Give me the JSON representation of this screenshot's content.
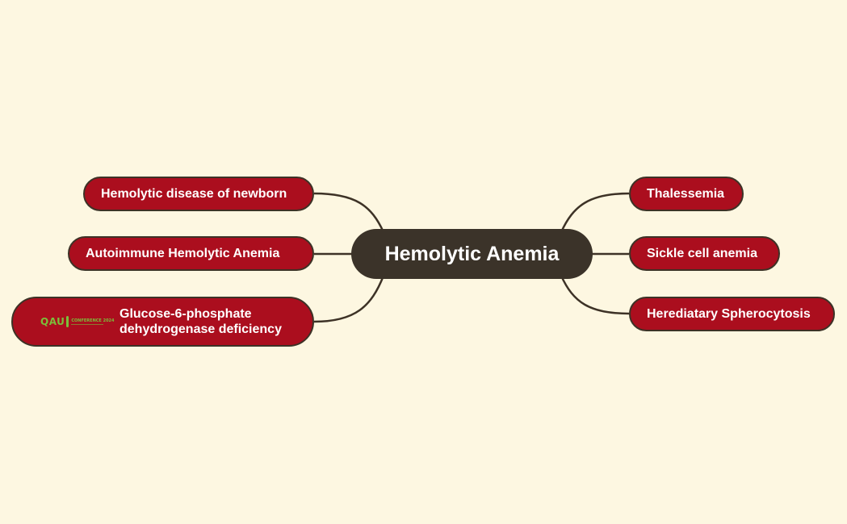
{
  "mindmap": {
    "center": {
      "label": "Hemolytic Anemia"
    },
    "left_branches": [
      {
        "label": "Hemolytic disease of newborn"
      },
      {
        "label": "Autoimmune Hemolytic Anemia"
      },
      {
        "label_line1": "Glucose-6-phosphate",
        "label_line2": "dehydrogenase deficiency",
        "logo": {
          "mark": "QAU",
          "text": "CONFERENCE 2024"
        }
      }
    ],
    "right_branches": [
      {
        "label": "Thalessemia"
      },
      {
        "label": "Sickle cell anemia"
      },
      {
        "label": "Herediatary Spherocytosis"
      }
    ]
  },
  "colors": {
    "background": "#fdf7e1",
    "center_fill": "#3b3329",
    "node_fill": "#ab0e1e",
    "node_border": "#3d3226",
    "connector": "#3d3226",
    "logo_green": "#7bbf3a"
  }
}
